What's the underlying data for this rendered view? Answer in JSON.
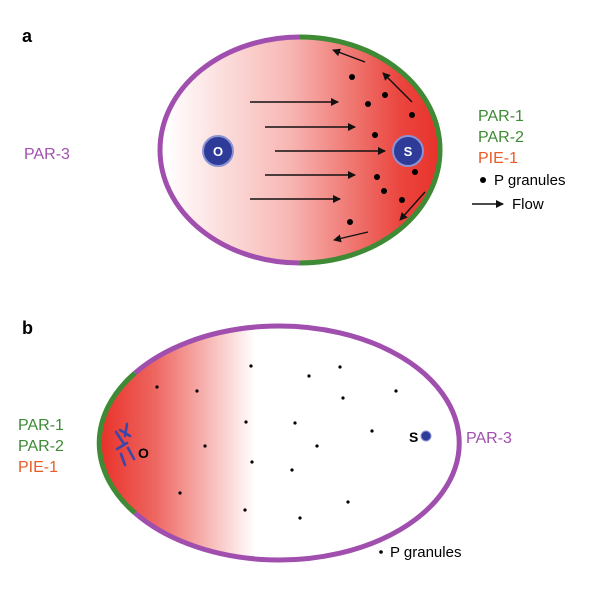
{
  "colors": {
    "par3": "#a14fae",
    "par12": "#3e8a35",
    "pie1": "#ea5a26",
    "gradient_red": "#e8322a",
    "nucleus_fill": "#2f3b98",
    "nucleus_edge": "#8a93d4",
    "flow_arrow": "#111111",
    "granule": "#000000"
  },
  "panel_a": {
    "letter": "a",
    "left_label": "PAR-3",
    "right_labels": [
      "PAR-1",
      "PAR-2",
      "PIE-1"
    ],
    "nucleus_oocyte": "O",
    "nucleus_sperm": "S",
    "legend_granules": "P granules",
    "legend_flow": "Flow"
  },
  "panel_b": {
    "letter": "b",
    "left_labels": [
      "PAR-1",
      "PAR-2",
      "PIE-1"
    ],
    "right_label": "PAR-3",
    "oocyte_label": "O",
    "sperm_label": "S",
    "legend_granules": "P granules"
  }
}
